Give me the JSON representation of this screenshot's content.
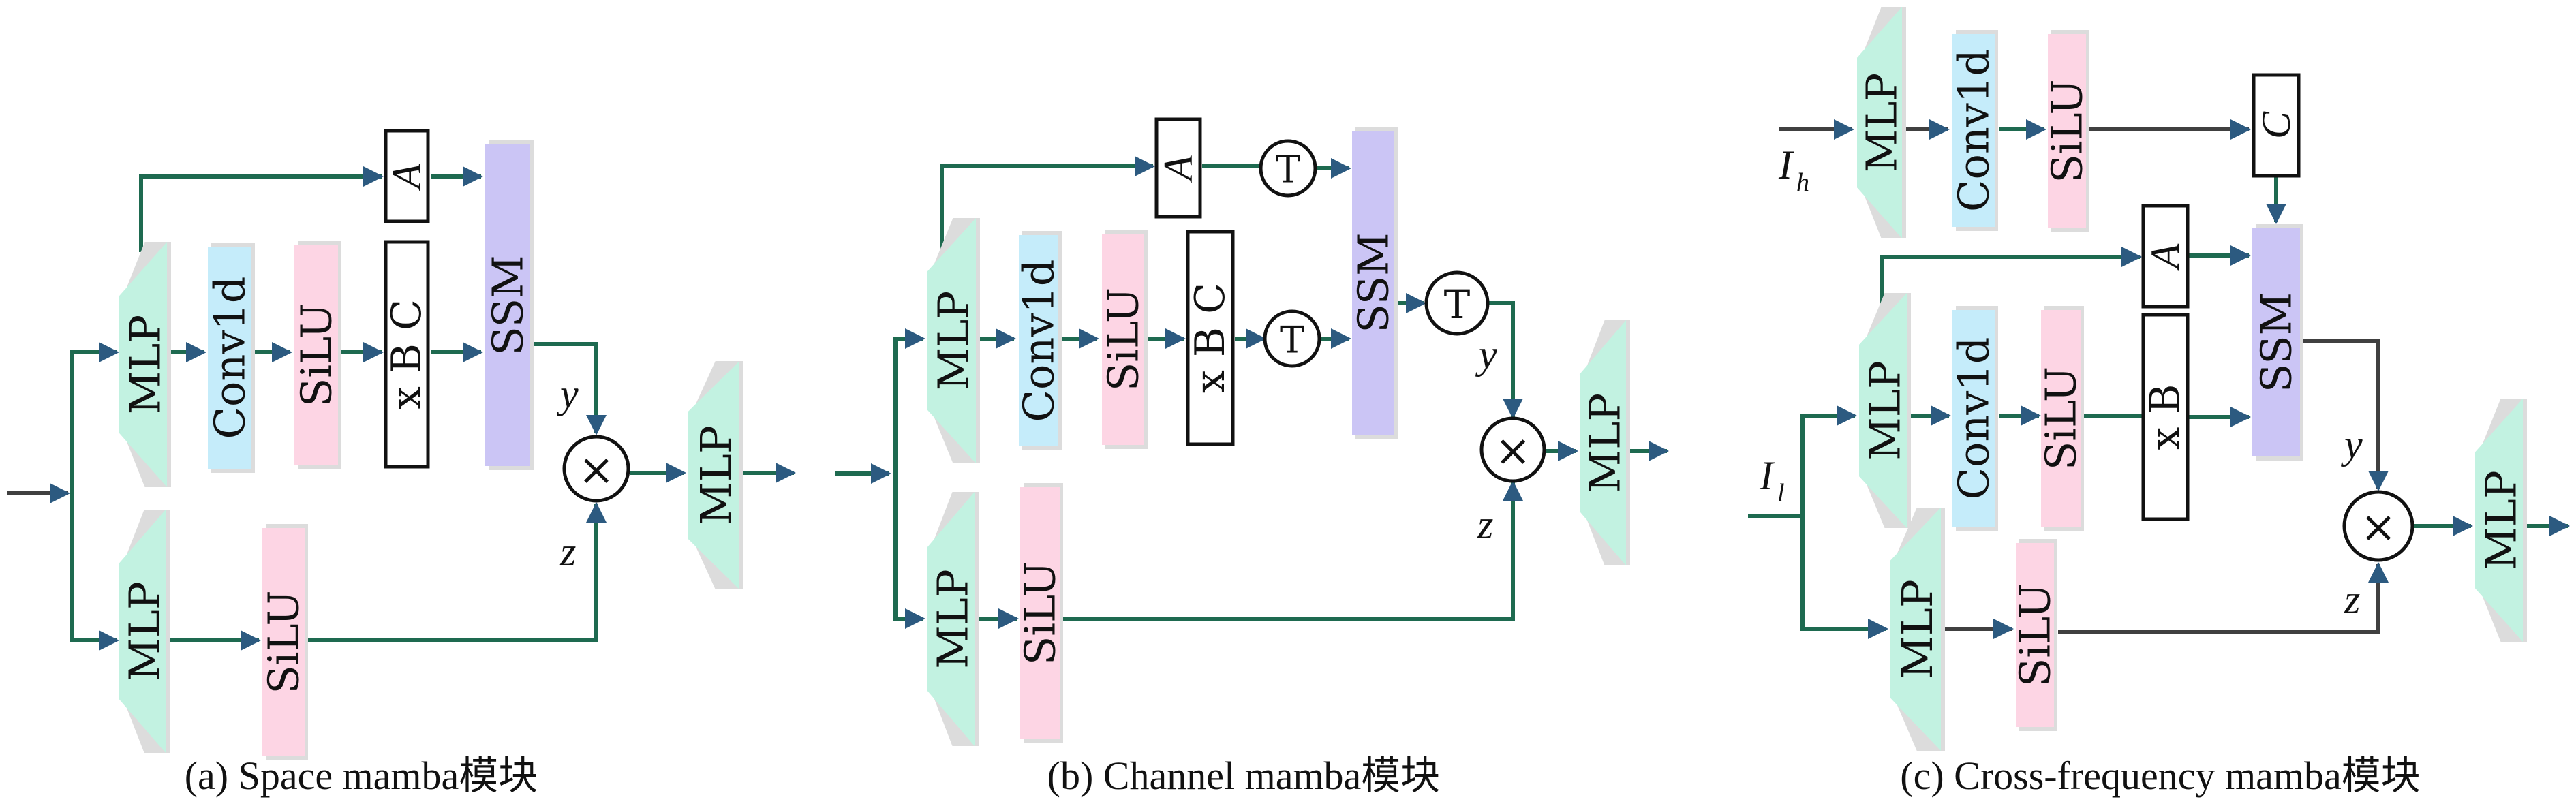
{
  "figure": {
    "colors": {
      "mlp": "#c2f2e1",
      "conv1d": "#c5ecfa",
      "silu": "#fdd5e4",
      "ssm": "#cbc5f5",
      "wire": "#1e6a50",
      "arrowhead": "#2c5a80",
      "shadow": "#dcdcdc"
    },
    "panels": [
      {
        "id": "a",
        "caption": "(a) Space mamba模块",
        "blocks": {
          "mlp_top": "MLP",
          "conv1d": "Conv1d",
          "silu_top": "SiLU",
          "param_a": "A",
          "param_xbc": "x B C",
          "ssm": "SSM",
          "mlp_bottom": "MLP",
          "silu_bottom": "SiLU",
          "multiply": "×",
          "mlp_out": "MLP"
        },
        "signals": {
          "y": "y",
          "z": "z"
        }
      },
      {
        "id": "b",
        "caption": "(b) Channel mamba模块",
        "blocks": {
          "mlp_top": "MLP",
          "conv1d": "Conv1d",
          "silu_top": "SiLU",
          "param_a": "A",
          "param_xbc": "x B C",
          "transpose_a": "T",
          "transpose_xbc": "T",
          "ssm": "SSM",
          "transpose_out": "T",
          "mlp_bottom": "MLP",
          "silu_bottom": "SiLU",
          "multiply": "×",
          "mlp_out": "MLP"
        },
        "signals": {
          "y": "y",
          "z": "z"
        }
      },
      {
        "id": "c",
        "caption": "(c) Cross-frequency mamba模块",
        "inputs": {
          "high": "I",
          "high_sub": "h",
          "low": "I",
          "low_sub": "l"
        },
        "blocks": {
          "mlp_high": "MLP",
          "conv1d_high": "Conv1d",
          "silu_high": "SiLU",
          "param_c": "C",
          "param_a": "A",
          "mlp_low": "MLP",
          "conv1d_low": "Conv1d",
          "silu_low": "SiLU",
          "param_xb": "x B",
          "ssm": "SSM",
          "mlp_bottom": "MLP",
          "silu_bottom": "SiLU",
          "multiply": "×",
          "mlp_out": "MLP"
        },
        "signals": {
          "y": "y",
          "z": "z"
        }
      }
    ]
  }
}
